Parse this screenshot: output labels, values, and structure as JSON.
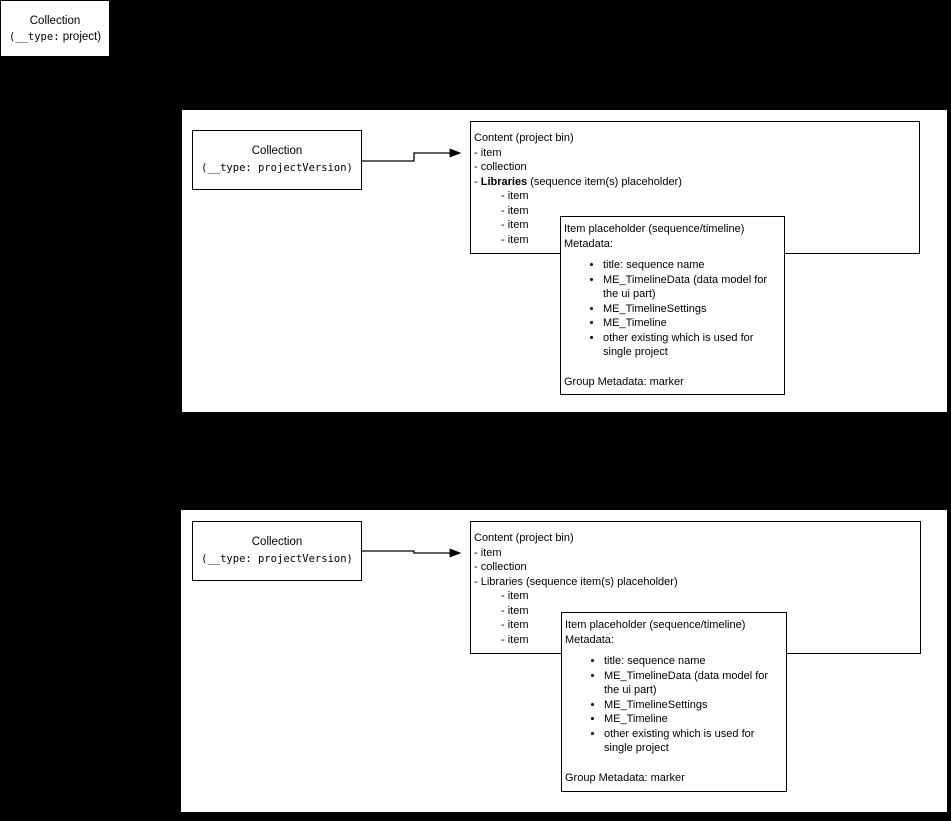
{
  "colors": {
    "background": "#000000",
    "node_fill": "#ffffff",
    "node_stroke": "#000000",
    "text": "#000000"
  },
  "root_box": {
    "line1": "Collection",
    "line2_mono": "(__type:",
    "line2_rest": " project)"
  },
  "panels": [
    {
      "collection": {
        "line1": "Collection",
        "line2": "(__type: projectVersion)"
      },
      "content": {
        "line1": "Content (project bin)",
        "line2": "- item",
        "line3": "- collection",
        "lib_prefix": "- ",
        "lib_name": "Libraries",
        "lib_suffix": " (sequence item(s) placeholder)",
        "sub_items": [
          "- item",
          "- item",
          "- item",
          "- item"
        ]
      },
      "placeholder": {
        "line1": "Item placeholder (sequence/timeline)",
        "line2": "Metadata:",
        "bullets": [
          "title: sequence name",
          "ME_TimelineData (data model for the ui part)",
          "ME_TimelineSettings",
          "ME_Timeline",
          "other existing which is used for single project"
        ],
        "footer": "Group Metadata: marker"
      }
    },
    {
      "collection": {
        "line1": "Collection",
        "line2": "(__type: projectVersion)"
      },
      "content": {
        "line1": "Content (project bin)",
        "line2": "- item",
        "line3": "- collection",
        "lib_prefix": "- ",
        "lib_name": "Libraries",
        "lib_suffix": " (sequence item(s) placeholder)",
        "sub_items": [
          "- item",
          "- item",
          "- item",
          "- item"
        ]
      },
      "placeholder": {
        "line1": "Item placeholder (sequence/timeline)",
        "line2": "Metadata:",
        "bullets": [
          "title: sequence name",
          "ME_TimelineData (data model for the ui part)",
          "ME_TimelineSettings",
          "ME_Timeline",
          "other existing which is used for single project"
        ],
        "footer": "Group Metadata: marker"
      }
    }
  ]
}
